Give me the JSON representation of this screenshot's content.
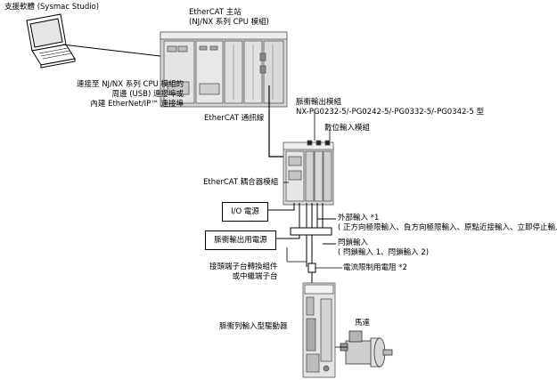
{
  "labels": {
    "software": "支援軟體 (Sysmac Studio)",
    "master_line1": "EtherCAT 主站",
    "master_line2": "(NJ/NX 系列 CPU 模組)",
    "usb_line1": "連接至 NJ/NX 系列 CPU 模組的",
    "usb_line2": "周邊 (USB) 連接埠或",
    "usb_line3": "內建 EtherNet/IP™ 連接埠",
    "cable": "EtherCAT 通訊線",
    "pulse_line1": "脈衝輸出模組",
    "pulse_line2": "NX-PG0232-5/-PG0242-5/-PG0332-5/-PG0342-5 型",
    "digital_input": "數位輸入模組",
    "coupler": "EtherCAT 耦合器模組",
    "io_power": "I/O 電源",
    "pulse_power": "脈衝輸出用電源",
    "ext_input_line1": "外部輸入 *1",
    "ext_input_line2": "( 正方向極限輸入、負方向極限輸入、原點近接輸入、立即停止輸入 )",
    "latch_line1": "閂鎖輸入",
    "latch_line2": "( 閂鎖輸入 1、閂鎖輸入 2)",
    "terminal_line1": "接頭端子台轉換組件",
    "terminal_line2": "或中繼端子台",
    "resistor": "電流限制用電阻 *2",
    "driver": "脈衝列輸入型驅動器",
    "motor": "馬達"
  }
}
